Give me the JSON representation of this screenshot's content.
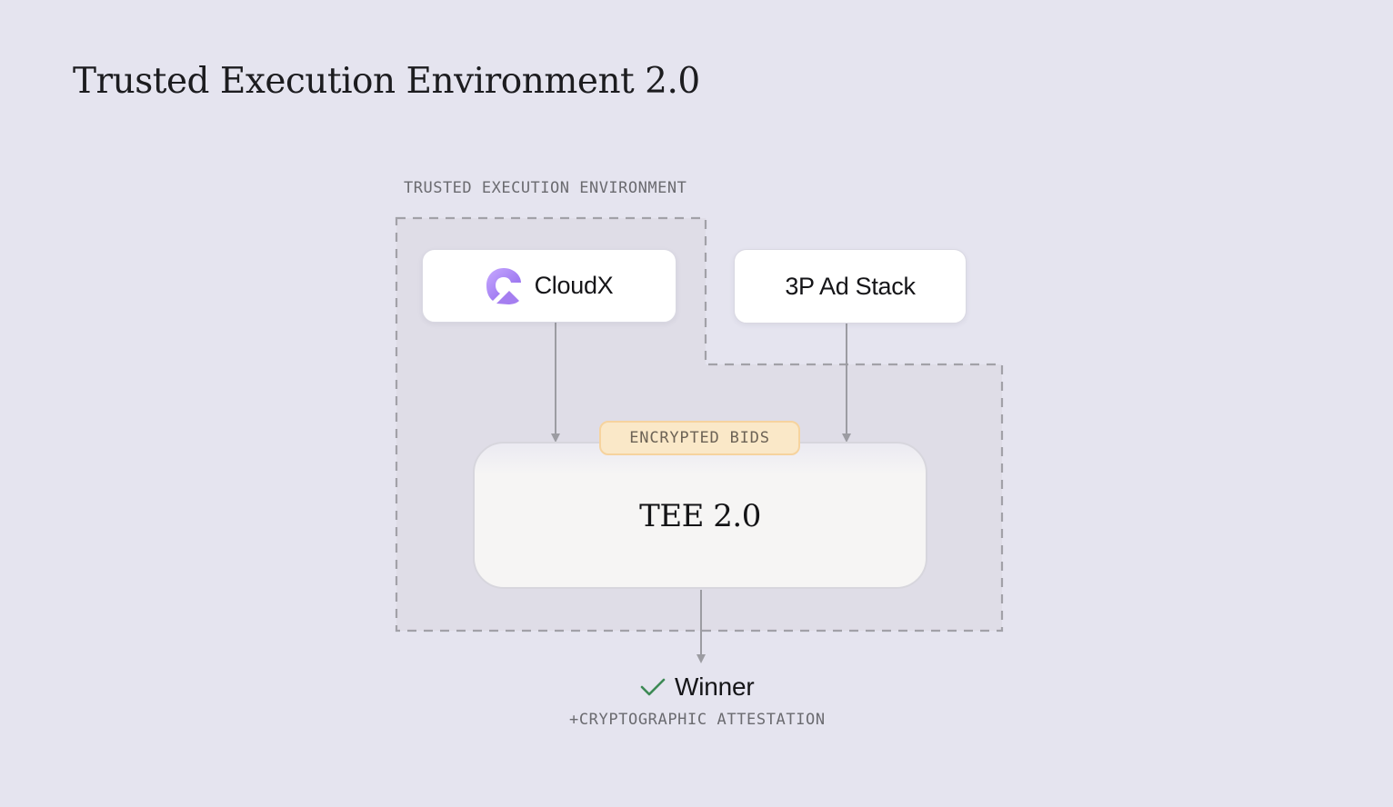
{
  "title": "Trusted Execution Environment 2.0",
  "diagram": {
    "region_label": "TRUSTED EXECUTION ENVIRONMENT",
    "nodes": {
      "cloudx": {
        "label": "CloudX",
        "icon": "cloudx-logo-icon"
      },
      "third_party": {
        "label": "3P Ad Stack"
      },
      "tee": {
        "label": "TEE 2.0",
        "badge": "ENCRYPTED BIDS"
      }
    },
    "output": {
      "label": "Winner",
      "icon": "check-icon",
      "sublabel": "+CRYPTOGRAPHIC ATTESTATION"
    },
    "colors": {
      "background": "#e5e4ef",
      "accent_purple": "#a57ef0",
      "badge_fill": "#fae8c8",
      "badge_border": "#f6d39e",
      "check_green": "#3d8a55",
      "connector": "#9c9ca2"
    }
  }
}
